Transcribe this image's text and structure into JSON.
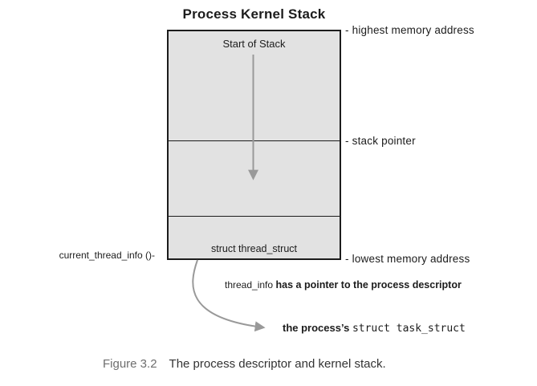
{
  "title": "Process Kernel Stack",
  "stack_box": {
    "start_label": "Start of Stack",
    "bottom_label": "struct thread_struct"
  },
  "side_labels": {
    "highest": "- highest memory address",
    "stack_pointer": "- stack pointer",
    "lowest": "- lowest memory address"
  },
  "left_label": "current_thread_info ()-",
  "note": {
    "code": "thread_info",
    "bold": " has a pointer to the process descriptor"
  },
  "process_pointer": {
    "bold": "the process’s ",
    "code": "struct task_struct"
  },
  "caption": {
    "label": "Figure 3.2",
    "text": "The process descriptor and kernel stack."
  },
  "icons": {
    "down_arrow": "stack-growth-direction",
    "curved_arrow": "pointer-to-task-struct"
  },
  "colors": {
    "box_fill": "#e2e2e2",
    "box_border": "#1c1c1c",
    "arrow_gray": "#999999",
    "caption_label_gray": "#6e6e6e",
    "text": "#1c1c1c",
    "background": "#ffffff"
  }
}
